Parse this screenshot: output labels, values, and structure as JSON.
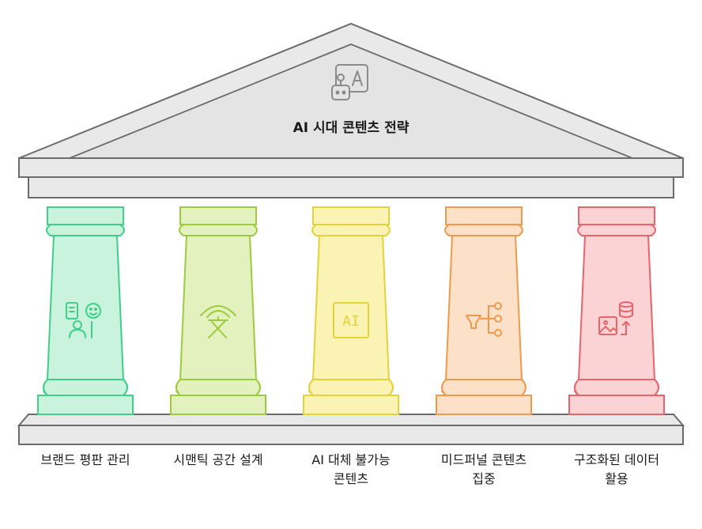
{
  "title": "AI 시대 콘텐츠 전략",
  "roof_icon": "robot-with-letter-a-icon",
  "pillars": [
    {
      "label_lines": [
        "브랜드 평판 관리"
      ],
      "icon": "reputation-person-speech-icon",
      "fill": "#c9f3dd",
      "stroke": "#3fcf8a"
    },
    {
      "label_lines": [
        "시맨틱 공간 설계"
      ],
      "icon": "semantic-language-signal-icon",
      "fill": "#e3f1bf",
      "stroke": "#9ccb3c"
    },
    {
      "label_lines": [
        "AI 대체 불가능",
        "콘텐츠"
      ],
      "icon": "ai-chip-icon",
      "chip_text": "AI",
      "fill": "#faf3b4",
      "stroke": "#e3d23a"
    },
    {
      "label_lines": [
        "미드퍼널 콘텐츠",
        "집중"
      ],
      "icon": "funnel-branches-icon",
      "fill": "#fde0c8",
      "stroke": "#ee9a4c"
    },
    {
      "label_lines": [
        "구조화된 데이터",
        "활용"
      ],
      "icon": "database-image-icon",
      "fill": "#fbd3d5",
      "stroke": "#e7646b"
    }
  ],
  "colors": {
    "roof_fill": "#e9e9e9",
    "roof_stroke": "#6b6b6b",
    "text": "#1a1a1a"
  }
}
